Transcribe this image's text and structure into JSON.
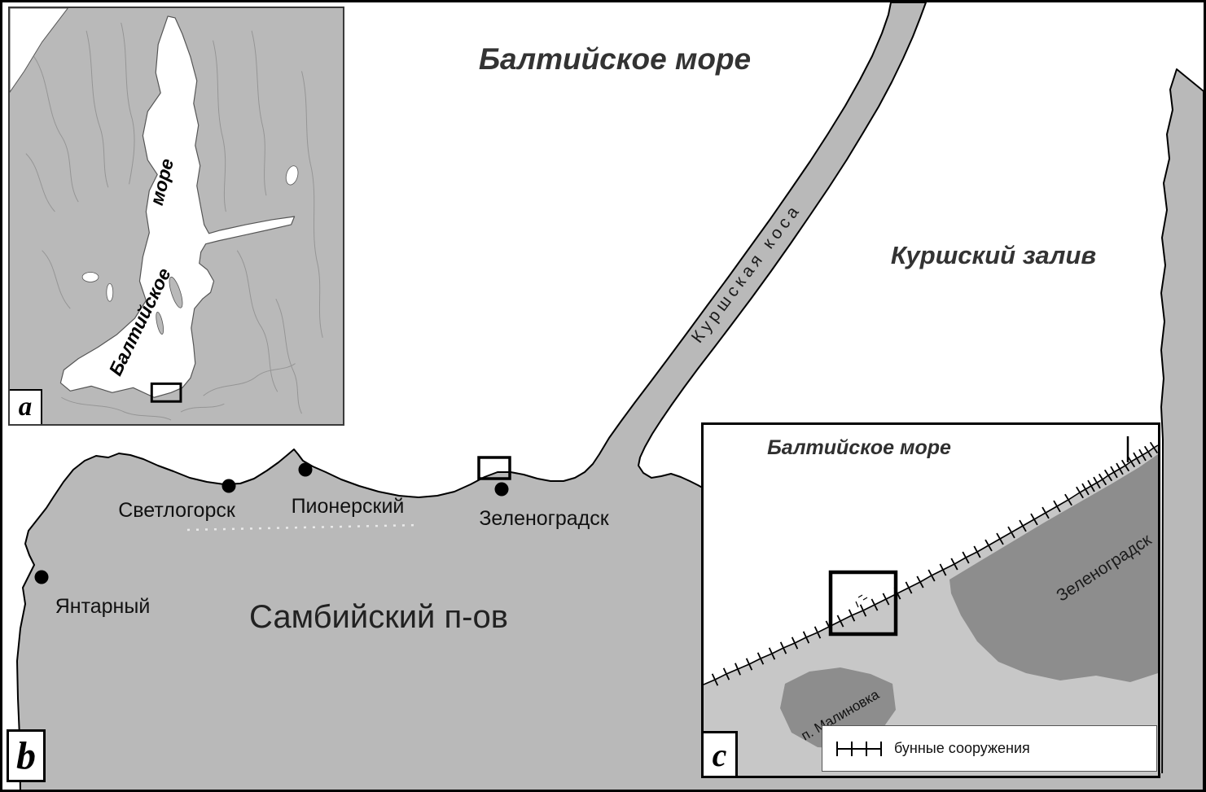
{
  "colors": {
    "land": "#b9b9b9",
    "sea": "#ffffff",
    "dark_area": "#8d8d8d",
    "inset_land": "#c7c7c7",
    "outline": "#000000"
  },
  "panel_a": {
    "letter": "a",
    "sea_label_word1": "Балтийское",
    "sea_label_word2": "море"
  },
  "panel_b": {
    "letter": "b",
    "sea_label": "Балтийское море",
    "lagoon_label": "Куршский залив",
    "spit_label": "Куршская коса",
    "peninsula_label": "Самбийский п-ов",
    "cities": [
      {
        "name": "Светлогорск"
      },
      {
        "name": "Пионерский"
      },
      {
        "name": "Зеленоградск"
      },
      {
        "name": "Янтарный"
      }
    ]
  },
  "panel_c": {
    "letter": "c",
    "sea_label": "Балтийское море",
    "areas": [
      {
        "name": "Зеленоградск"
      },
      {
        "name": "п. Малиновка"
      }
    ],
    "legend": {
      "groynes_label": "бунные сооружения"
    }
  }
}
